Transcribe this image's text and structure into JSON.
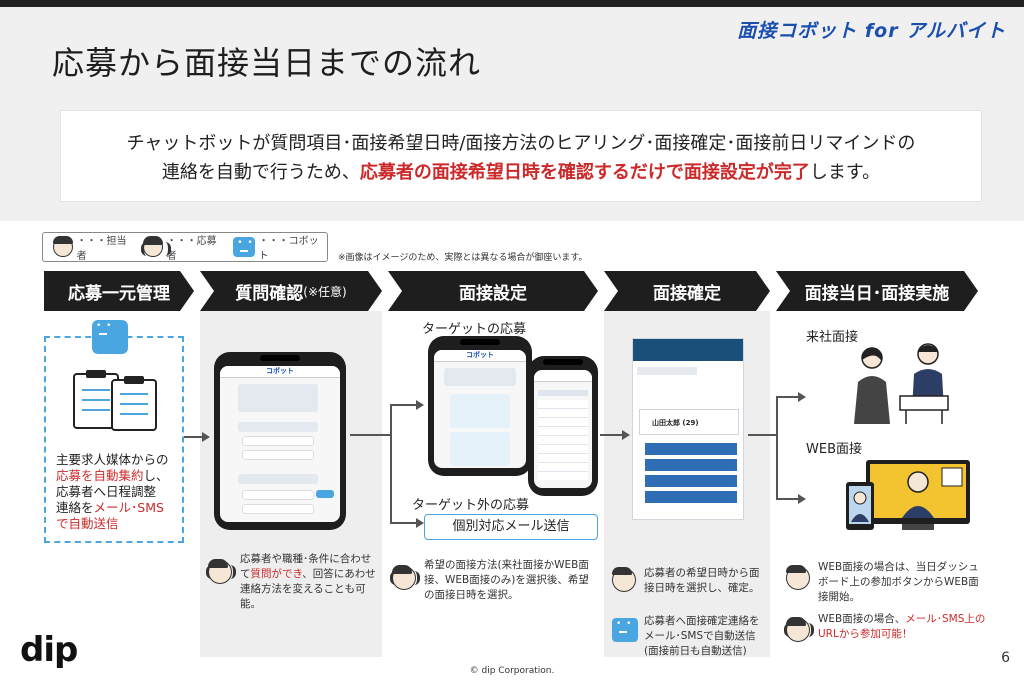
{
  "title": "応募から面接当日までの流れ",
  "brand": "面接コボット for アルバイト",
  "summary": {
    "line1": "チャットボットが質問項目･面接希望日時/面接方法のヒアリング･面接確定･面接前日リマインドの",
    "line2_pre": "連絡を自動で行うため、",
    "line2_red": "応募者の面接希望日時を確認するだけで面接設定が完了",
    "line2_post": "します。"
  },
  "legend": {
    "staff": "・・・担当者",
    "applicant": "・・・応募者",
    "bot": "・・・コボット"
  },
  "note": "※画像はイメージのため、実際とは異なる場合が御座います。",
  "steps": [
    {
      "label": "応募一元管理",
      "sub": ""
    },
    {
      "label": "質問確認",
      "sub": "(※任意)"
    },
    {
      "label": "面接設定",
      "sub": ""
    },
    {
      "label": "面接確定",
      "sub": ""
    },
    {
      "label": "面接当日･面接実施",
      "sub": ""
    }
  ],
  "col1": {
    "l1": "主要求人媒体からの",
    "l2_red": "応募を自動集約",
    "l2_post": "し、",
    "l3": "応募者へ日程調整",
    "l4_pre": "連絡を",
    "l4_red": "メール･SMS",
    "l5_red": "で自動送信"
  },
  "col2": {
    "app": "コボット",
    "desc_pre": "応募者や職種･条件に合わせて",
    "desc_red": "質問ができ",
    "desc_post": "、回答にあわせ連絡方法を変えることも可能。"
  },
  "col3": {
    "target": "ターゲットの応募",
    "non_target": "ターゲット外の応募",
    "mail": "個別対応メール送信",
    "desc": "希望の面接方法(来社面接かWEB面接、WEB面接のみ)を選択後、希望の面接日時を選択。"
  },
  "col4": {
    "desc1": "応募者の希望日時から面接日時を選択し、確定。",
    "desc2": "応募者へ面接確定連絡をメール･SMSで自動送信(面接前日も自動送信)",
    "name": "山田太郎 (29)"
  },
  "col5": {
    "visit": "来社面接",
    "web": "WEB面接",
    "desc1": "WEB面接の場合は、当日ダッシュボード上の参加ボタンからWEB面接開始。",
    "desc2_pre": "WEB面接の場合、",
    "desc2_red": "メール･SMS上のURLから参加可能！"
  },
  "footer": {
    "logo": "dip",
    "copyright": "© dip Corporation.",
    "page": "6"
  },
  "colors": {
    "accent": "#4aa6e0",
    "red": "#cc2a2a",
    "step_bg": "#1e1e1e",
    "brand": "#1a4fb0"
  }
}
